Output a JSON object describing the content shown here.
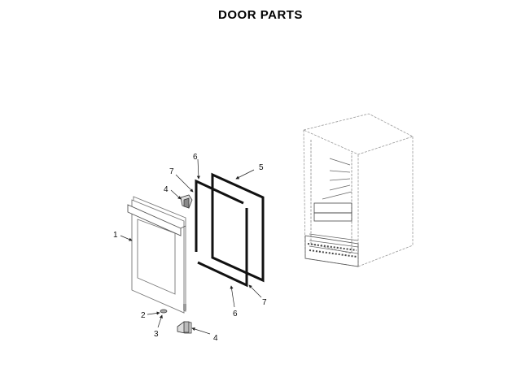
{
  "title": "DOOR PARTS",
  "callouts": {
    "door": "1",
    "part2": "2",
    "part3": "3",
    "bracket_top": "4",
    "bracket_bottom": "4",
    "gasket_rear": "5",
    "gasket_front_top": "6",
    "gasket_front_bottom": "6",
    "part7_top": "7",
    "part7_bottom": "7"
  }
}
